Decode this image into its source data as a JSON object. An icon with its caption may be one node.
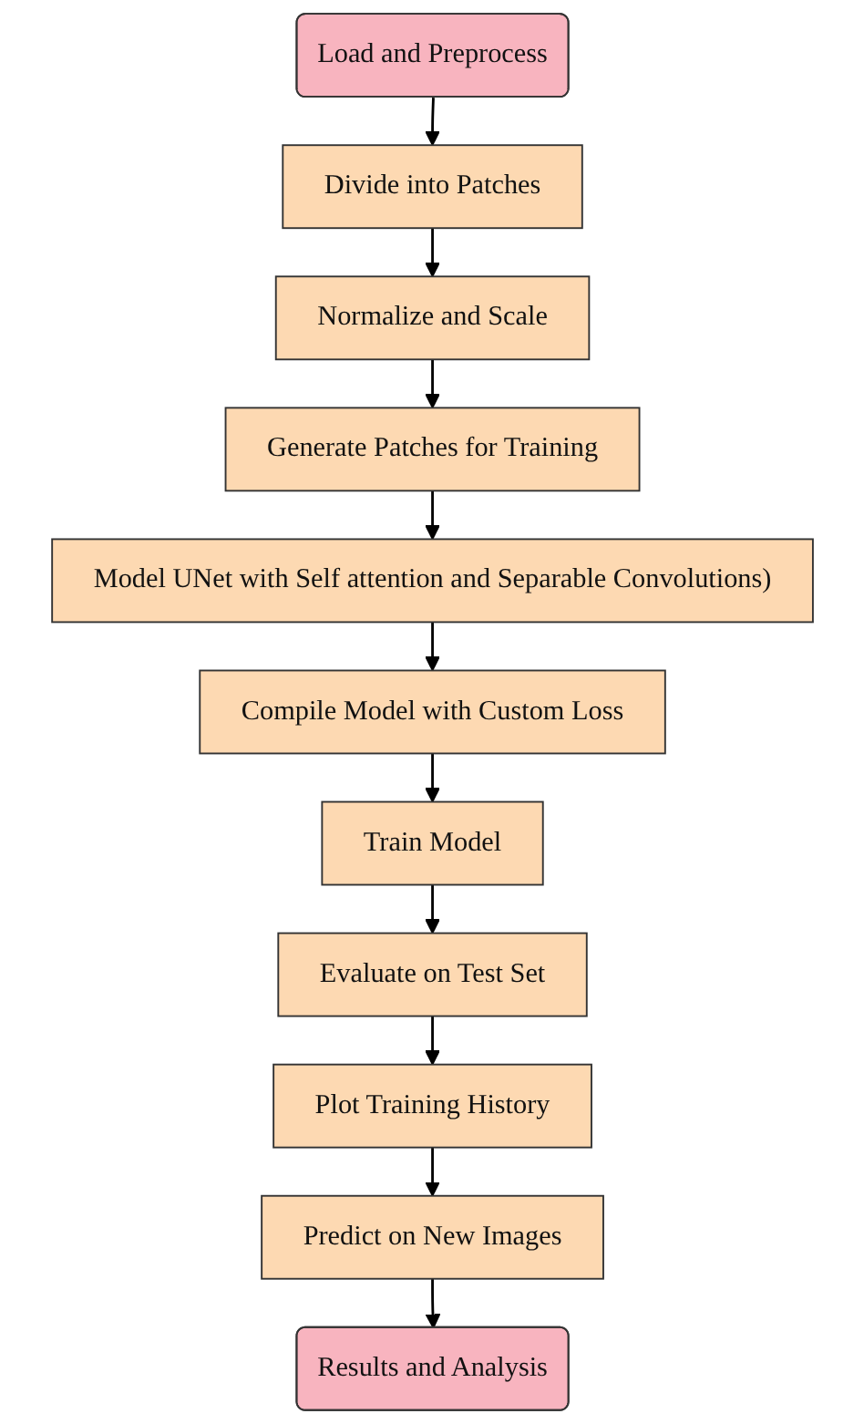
{
  "diagram": {
    "nodes": [
      {
        "text": [
          "Load and Preprocess"
        ]
      },
      {
        "text": [
          "Divide into Patches"
        ]
      },
      {
        "text": [
          "Normalize and Scale"
        ]
      },
      {
        "text": [
          "Generate Patches for Training"
        ]
      },
      {
        "text": [
          "Model UNet with Self attention and Separable Convolutions)"
        ]
      },
      {
        "text": [
          "Compile Model with Custom Loss"
        ]
      },
      {
        "text": [
          "Train Model"
        ]
      },
      {
        "text": [
          "Evaluate on Test Set"
        ]
      },
      {
        "text": [
          "Plot Training History"
        ]
      },
      {
        "text": [
          "Predict on New Images"
        ]
      },
      {
        "text": [
          "Results and Analysis"
        ]
      }
    ],
    "edges": [
      {
        "from": 0,
        "to": 1,
        "arrow": "to"
      },
      {
        "from": 1,
        "to": 2,
        "arrow": "to"
      },
      {
        "from": 2,
        "to": 3,
        "arrow": "to"
      },
      {
        "from": 3,
        "to": 4,
        "arrow": "to"
      },
      {
        "from": 4,
        "to": 5,
        "arrow": "to"
      },
      {
        "from": 5,
        "to": 6,
        "arrow": "to"
      },
      {
        "from": 6,
        "to": 7,
        "arrow": "to"
      },
      {
        "from": 7,
        "to": 8,
        "arrow": "to"
      },
      {
        "from": 8,
        "to": 9,
        "arrow": "to"
      },
      {
        "from": 9,
        "to": 10,
        "arrow": "to"
      }
    ]
  }
}
